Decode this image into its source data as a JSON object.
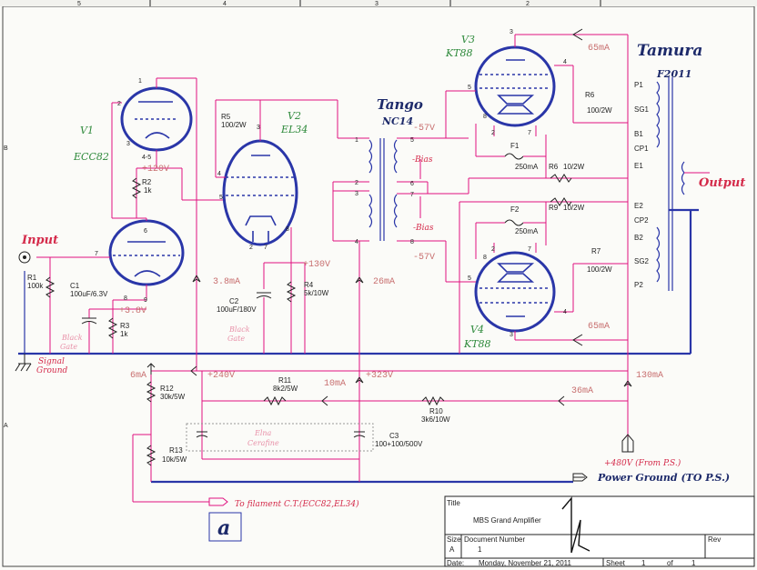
{
  "border": {
    "columns": [
      "5",
      "4",
      "3",
      "2"
    ],
    "rows": [
      "B",
      "A"
    ]
  },
  "tubes": {
    "v1": {
      "ref": "V1",
      "type": "ECC82"
    },
    "v2": {
      "ref": "V2",
      "type": "EL34"
    },
    "v3": {
      "ref": "V3",
      "type": "KT88"
    },
    "v4": {
      "ref": "V4",
      "type": "KT88"
    }
  },
  "transformers": {
    "interstage": {
      "brand": "Tango",
      "model": "NC14"
    },
    "output": {
      "brand": "Tamura",
      "model": "F2011"
    }
  },
  "labels": {
    "input": "Input",
    "output": "Output",
    "signal_ground_1": "Signal",
    "signal_ground_2": "Ground",
    "black_gate_1a": "Black",
    "black_gate_1b": "Gate",
    "black_gate_2a": "Black",
    "black_gate_2b": "Gate",
    "elna_1": "Elna",
    "elna_2": "Cerafine",
    "bias_top": "-Bias",
    "bias_bottom": "-Bias",
    "hv_in": "+480V (From P.S.)",
    "power_ground": "Power Ground (TO P.S.)",
    "filament": "To filament C.T.(ECC82,EL34)",
    "letter": "a"
  },
  "voltages": {
    "v120": "+120V",
    "v3_8": "+3.8V",
    "v130": "+130V",
    "v240": "+240V",
    "v323": "+323V",
    "neg57_top": "-57V",
    "neg57_bot": "-57V"
  },
  "currents": {
    "c65_top": "65mA",
    "c65_bot": "65mA",
    "c3_8": "3.8mA",
    "c26": "26mA",
    "c6": "6mA",
    "c10": "10mA",
    "c36": "36mA",
    "c130": "130mA"
  },
  "components": {
    "r1": {
      "ref": "R1",
      "value": "100k"
    },
    "r2": {
      "ref": "R2",
      "value": "1k"
    },
    "r3": {
      "ref": "R3",
      "value": "1k"
    },
    "r4": {
      "ref": "R4",
      "value": "5k/10W"
    },
    "r5": {
      "ref": "R5",
      "value": "100/2W"
    },
    "r6a": {
      "ref": "R6",
      "value": "100/2W"
    },
    "r6b": {
      "ref": "R6",
      "value": "10/2W"
    },
    "r7": {
      "ref": "R7",
      "value": "100/2W"
    },
    "r9": {
      "ref": "R9",
      "value": "10/2W"
    },
    "r10": {
      "ref": "R10",
      "value": "3k6/10W"
    },
    "r11": {
      "ref": "R11",
      "value": "8k2/5W"
    },
    "r12": {
      "ref": "R12",
      "value": "30k/5W"
    },
    "r13": {
      "ref": "R13",
      "value": "10k/5W"
    },
    "c1": {
      "ref": "C1",
      "value": "100uF/6.3V"
    },
    "c2": {
      "ref": "C2",
      "value": "100uF/180V"
    },
    "c3": {
      "ref": "C3",
      "value": "100+100/500V"
    },
    "f1": {
      "ref": "F1",
      "value": "250mA"
    },
    "f2": {
      "ref": "F2",
      "value": "250mA"
    }
  },
  "output_pins": [
    "P1",
    "SG1",
    "B1",
    "CP1",
    "E1",
    "E2",
    "CP2",
    "B2",
    "SG2",
    "P2"
  ],
  "title_block": {
    "title_label": "Title",
    "title": "MBS Grand Amplifier",
    "size_label": "Size",
    "size": "A",
    "docnum_label": "Document Number",
    "docnum": "1",
    "rev_label": "Rev",
    "date_label": "Date:",
    "date": "Monday, November 21, 2011",
    "sheet_label": "Sheet",
    "sheet": "1",
    "of_label": "of",
    "sheets": "1"
  }
}
